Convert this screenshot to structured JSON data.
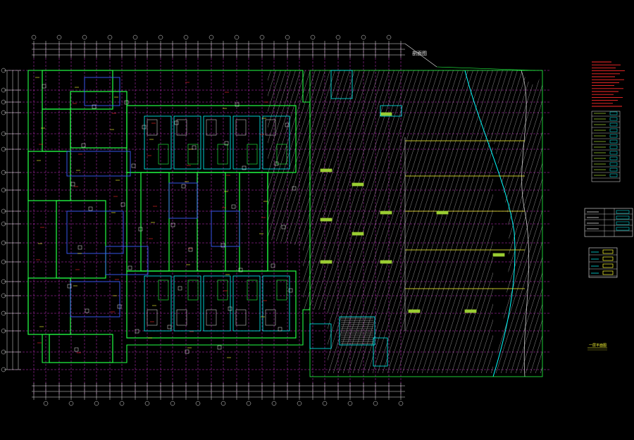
{
  "drawing": {
    "background": "#000000",
    "colors": {
      "wall_green": "#22ff44",
      "wall_cyan": "#00ffff",
      "grid_magenta": "#ff3cff",
      "dim_white": "#e6e6e6",
      "hatch_white": "#cfcfcf",
      "blue": "#3a5cff",
      "yellow": "#ffff33",
      "red": "#ff2a2a",
      "olive": "#9acd32"
    },
    "callout_text": "剖面图",
    "scale_note": "一层平面图",
    "legend": {
      "table_rows": 4,
      "swatch_rows": 4
    }
  }
}
